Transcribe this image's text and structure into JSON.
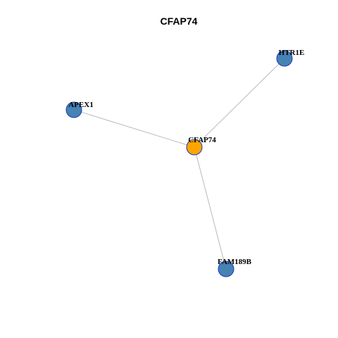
{
  "title": "CFAP74",
  "colors": {
    "center_node_fill": "#FFA500",
    "neighbor_node_fill": "#4682B4",
    "node_stroke": "#1C39BB",
    "edge": "#A9A9A9"
  },
  "nodes": [
    {
      "id": "CFAP74",
      "label": "CFAP74",
      "role": "center"
    },
    {
      "id": "HTR1E",
      "label": "HTR1E",
      "role": "neighbor"
    },
    {
      "id": "APEX1",
      "label": "APEX1",
      "role": "neighbor"
    },
    {
      "id": "FAM189B",
      "label": "FAM189B",
      "role": "neighbor"
    }
  ],
  "edges": [
    {
      "source": "CFAP74",
      "target": "HTR1E"
    },
    {
      "source": "CFAP74",
      "target": "APEX1"
    },
    {
      "source": "CFAP74",
      "target": "FAM189B"
    }
  ]
}
